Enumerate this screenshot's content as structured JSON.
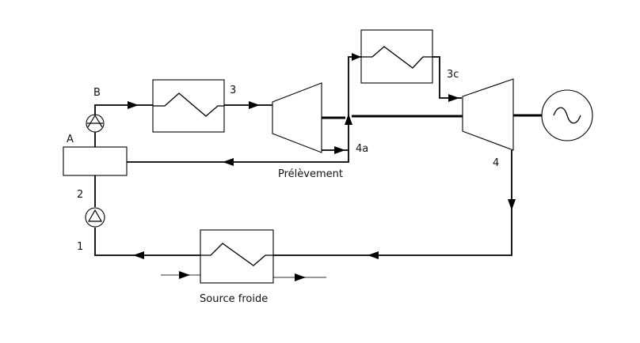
{
  "labels": {
    "A": "A",
    "B": "B",
    "p1": "1",
    "p2": "2",
    "p3": "3",
    "p3c": "3c",
    "p4": "4",
    "p4a": "4a",
    "extraction": "Prélèvement",
    "cold_source": "Source froide"
  }
}
